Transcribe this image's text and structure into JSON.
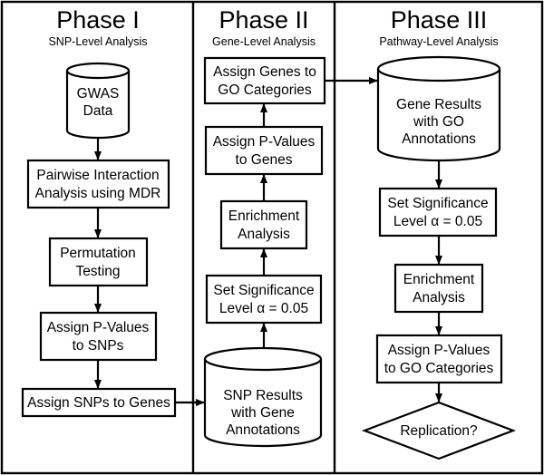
{
  "phases": [
    {
      "title": "Phase I",
      "subtitle": "SNP-Level Analysis"
    },
    {
      "title": "Phase II",
      "subtitle": "Gene-Level Analysis"
    },
    {
      "title": "Phase III",
      "subtitle": "Pathway-Level Analysis"
    }
  ],
  "nodes": {
    "gwas_data": [
      "GWAS",
      "Data"
    ],
    "pairwise_mdr": [
      "Pairwise Interaction",
      "Analysis using MDR"
    ],
    "permutation": [
      "Permutation",
      "Testing"
    ],
    "pvalues_snps": [
      "Assign P-Values",
      "to SNPs"
    ],
    "snps_to_genes": [
      "Assign SNPs to Genes"
    ],
    "snp_results": [
      "SNP Results",
      "with Gene",
      "Annotations"
    ],
    "significance_2": [
      "Set Significance",
      "Level α = 0.05"
    ],
    "enrichment_2": [
      "Enrichment",
      "Analysis"
    ],
    "pvalues_genes": [
      "Assign P-Values",
      "to Genes"
    ],
    "genes_to_go": [
      "Assign Genes to",
      "GO Categories"
    ],
    "gene_results": [
      "Gene Results",
      "with GO",
      "Annotations"
    ],
    "significance_3": [
      "Set Significance",
      "Level α = 0.05"
    ],
    "enrichment_3": [
      "Enrichment",
      "Analysis"
    ],
    "pvalues_go": [
      "Assign P-Values",
      "to GO Categories"
    ],
    "replication": [
      "Replication?"
    ]
  },
  "colors": {
    "stroke": "#000000",
    "fill": "#ffffff"
  }
}
